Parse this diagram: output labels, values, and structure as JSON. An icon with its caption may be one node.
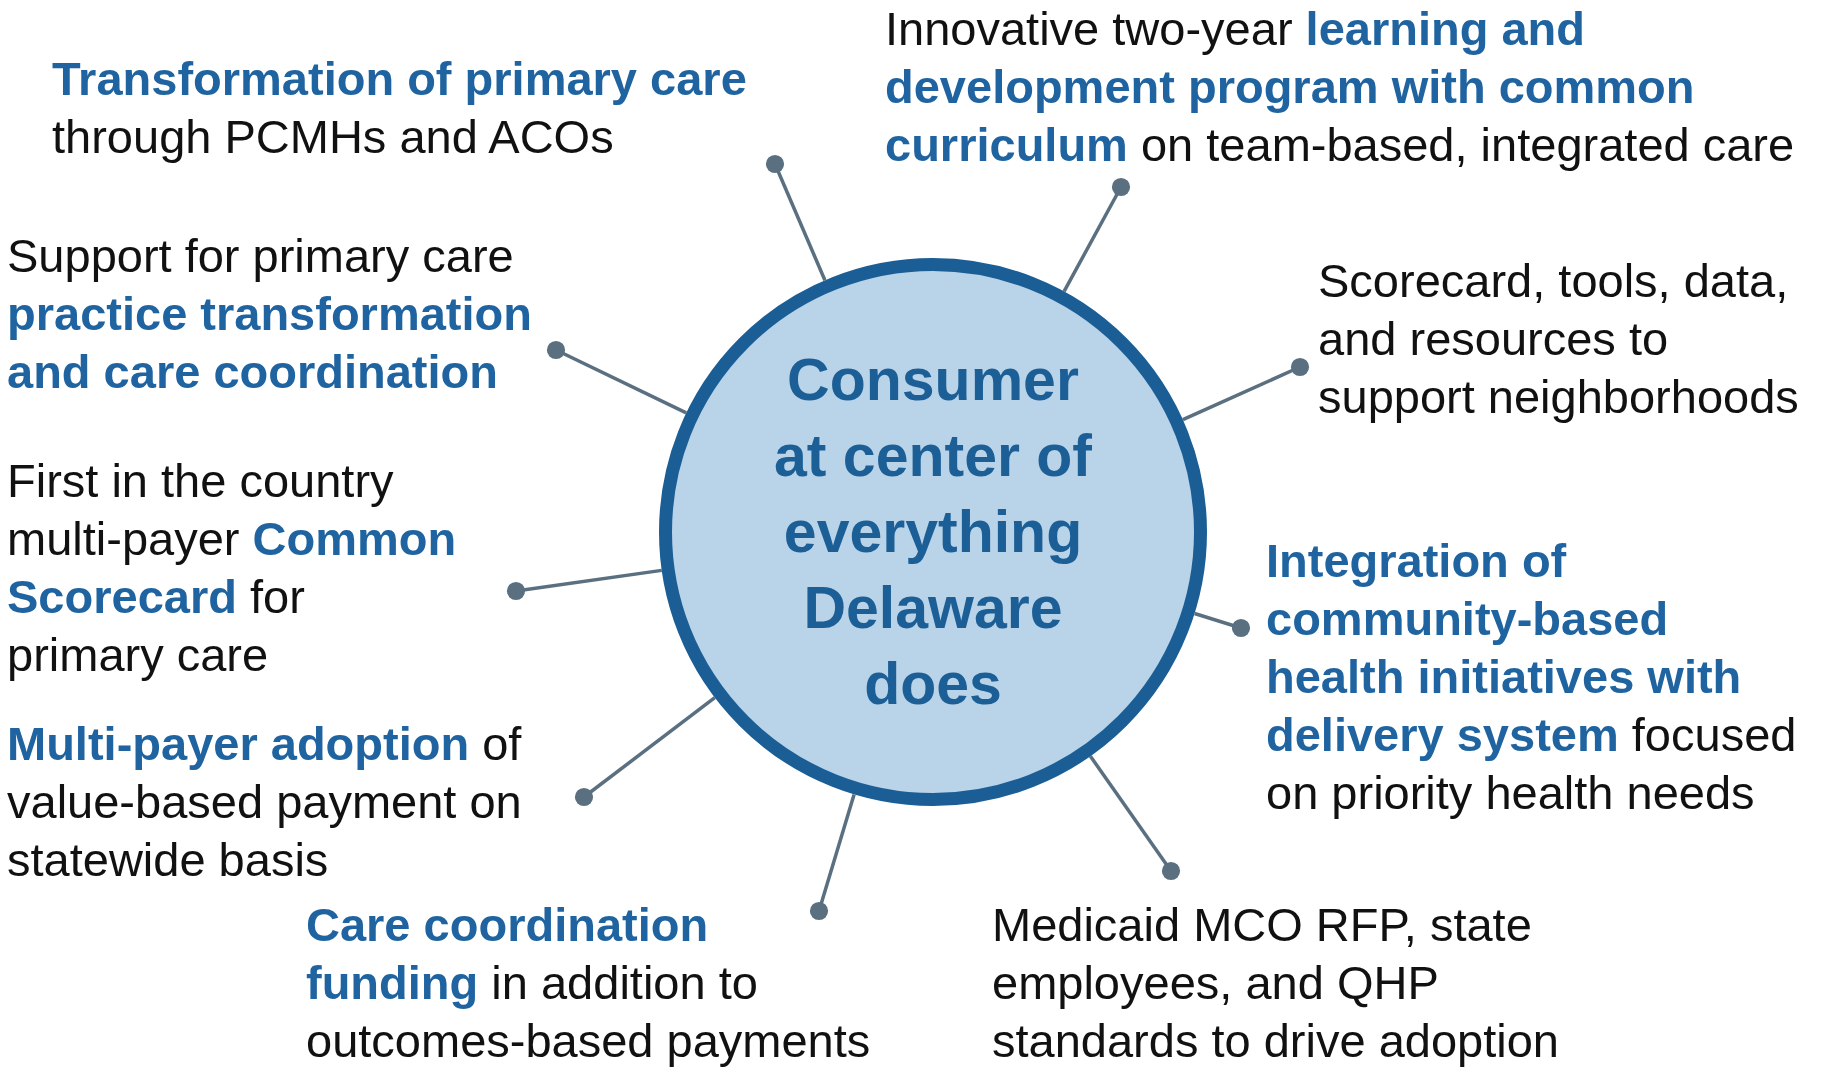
{
  "diagram": {
    "nodes": [
      {
        "text": [
          "Consumer at center of everything Delaware does"
        ]
      },
      {
        "text": [
          "**Transformation of primary care** through PCMHs and ACOs"
        ]
      },
      {
        "text": [
          "Innovative two-year **learning and development program with common curriculum** on team-based, integrated care"
        ]
      },
      {
        "text": [
          "Support for primary care **practice transformation and care coordination**"
        ]
      },
      {
        "text": [
          "Scorecard, tools, data, and resources to support neighborhoods"
        ]
      },
      {
        "text": [
          "First in the country multi-payer **Common Scorecard** for primary care"
        ]
      },
      {
        "text": [
          "**Integration of community-based health initiatives with delivery system** focused on priority health needs"
        ]
      },
      {
        "text": [
          "**Multi-payer adoption** of value-based payment on statewide basis"
        ]
      },
      {
        "text": [
          "**Care coordination funding** in addition to outcomes-based payments"
        ]
      },
      {
        "text": [
          "Medicaid MCO RFP, state employees, and QHP standards to drive adoption"
        ]
      }
    ],
    "edges": [
      {
        "from": 1,
        "to": 0,
        "arrow": "other"
      },
      {
        "from": 2,
        "to": 0,
        "arrow": "other"
      },
      {
        "from": 3,
        "to": 0,
        "arrow": "other"
      },
      {
        "from": 4,
        "to": 0,
        "arrow": "other"
      },
      {
        "from": 5,
        "to": 0,
        "arrow": "other"
      },
      {
        "from": 6,
        "to": 0,
        "arrow": "other"
      },
      {
        "from": 7,
        "to": 0,
        "arrow": "other"
      },
      {
        "from": 8,
        "to": 0,
        "arrow": "other"
      },
      {
        "from": 9,
        "to": 0,
        "arrow": "other"
      }
    ]
  }
}
